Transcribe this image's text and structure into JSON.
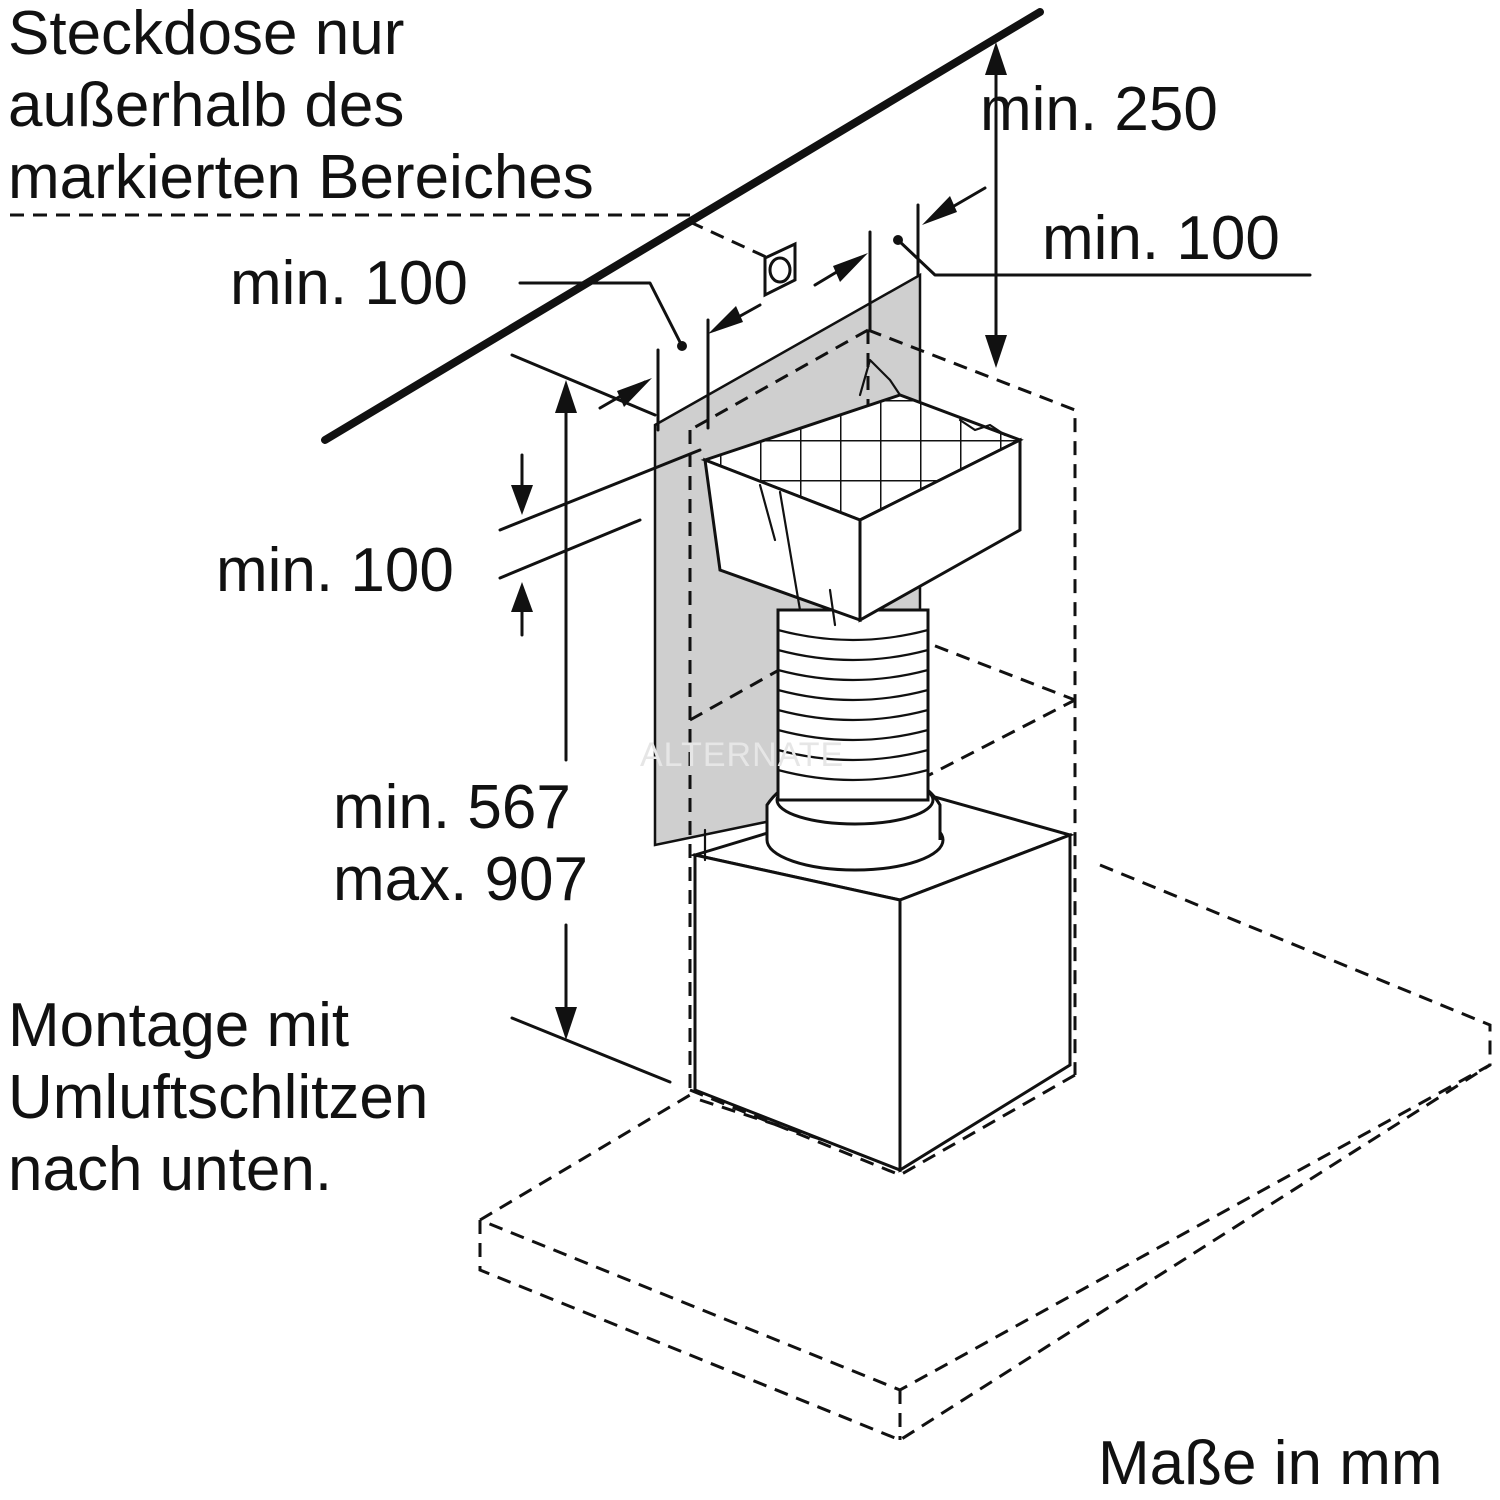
{
  "labels": {
    "socket_note": [
      "Steckdose nur",
      "außerhalb des",
      "markierten Bereiches"
    ],
    "dim_top_250": "min. 250",
    "dim_right_100": "min. 100",
    "dim_left_100": "min. 100",
    "dim_vertical_100": "min. 100",
    "dim_height": [
      "min. 567",
      "max. 907"
    ],
    "mounting_note": [
      "Montage mit",
      "Umluftschlitzen",
      "nach unten."
    ],
    "units": "Maße in mm"
  },
  "colors": {
    "line": "#111111",
    "shaded_zone": "#cfcfcf",
    "background": "#ffffff"
  },
  "watermark": "ALTERNATE"
}
